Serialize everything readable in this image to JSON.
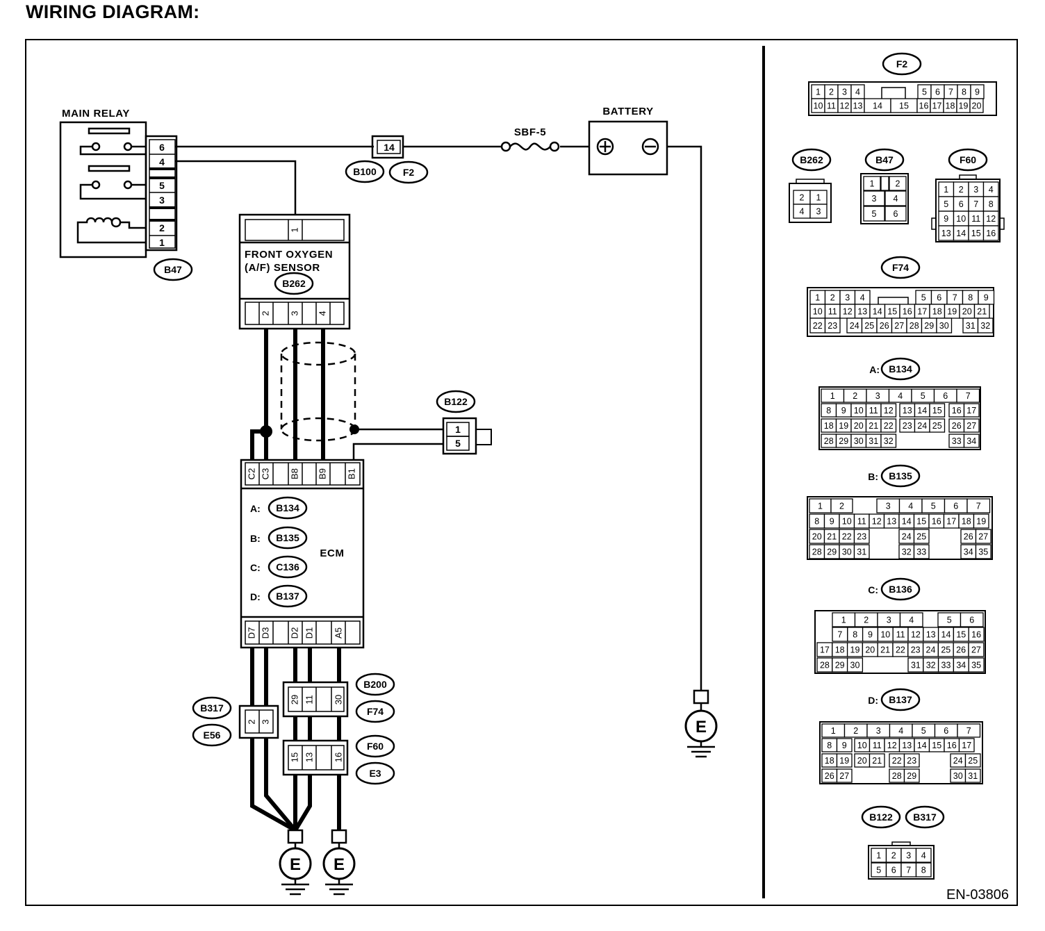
{
  "title": "WIRING DIAGRAM:",
  "labels": {
    "main_relay": "MAIN RELAY",
    "battery": "BATTERY",
    "fuse": "SBF-5",
    "sensor_line1": "FRONT OXYGEN",
    "sensor_line2": "(A/F) SENSOR",
    "ecm": "ECM",
    "ground": "E",
    "figure_id": "EN-03806"
  },
  "main_relay": {
    "pins": [
      "6",
      "4",
      "5",
      "3",
      "2",
      "1"
    ],
    "connector": "B47"
  },
  "joint_connector": {
    "pin": "14",
    "tags": [
      "B100",
      "F2"
    ]
  },
  "sensor": {
    "top_pin": "1",
    "bottom_pins": [
      "2",
      "3",
      "4"
    ],
    "connector": "B262"
  },
  "b122": {
    "tag": "B122",
    "pins": [
      "1",
      "5"
    ]
  },
  "ecm": {
    "top_pins": [
      "C2",
      "C3",
      "B8",
      "B9",
      "B1"
    ],
    "bottom_pins": [
      "D7",
      "D3",
      "D2",
      "D1",
      "A5"
    ],
    "connectors": [
      {
        "prefix": "A:",
        "tag": "B134"
      },
      {
        "prefix": "B:",
        "tag": "B135"
      },
      {
        "prefix": "C:",
        "tag": "C136"
      },
      {
        "prefix": "D:",
        "tag": "B137"
      }
    ]
  },
  "b317": {
    "tags": [
      "B317",
      "E56"
    ],
    "pins": [
      "2",
      "3"
    ]
  },
  "b200": {
    "tags": [
      "B200",
      "F74"
    ],
    "pins": [
      "29",
      "11",
      "30"
    ]
  },
  "f60": {
    "tags": [
      "F60",
      "E3"
    ],
    "pins": [
      "15",
      "13",
      "16"
    ]
  },
  "legend": {
    "f2": {
      "tag": "F2",
      "row1": [
        "1",
        "2",
        "3",
        "4",
        "5",
        "6",
        "7",
        "8",
        "9"
      ],
      "row2": [
        "10",
        "11",
        "12",
        "13",
        "14",
        "15",
        "16",
        "17",
        "18",
        "19",
        "20"
      ]
    },
    "b262": {
      "tag": "B262",
      "cells": [
        "2",
        "1",
        "4",
        "3"
      ]
    },
    "b47": {
      "tag": "B47",
      "cells": [
        "1",
        "2",
        "3",
        "4",
        "5",
        "6"
      ]
    },
    "f60": {
      "tag": "F60",
      "cells": [
        "1",
        "2",
        "3",
        "4",
        "5",
        "6",
        "7",
        "8",
        "9",
        "10",
        "11",
        "12",
        "13",
        "14",
        "15",
        "16"
      ]
    },
    "f74": {
      "tag": "F74",
      "row1": [
        "1",
        "2",
        "3",
        "4",
        "5",
        "6",
        "7",
        "8",
        "9"
      ],
      "row2": [
        "10",
        "11",
        "12",
        "13",
        "14",
        "15",
        "16",
        "17",
        "18",
        "19",
        "20",
        "21"
      ],
      "row3": [
        "22",
        "23",
        "24",
        "25",
        "26",
        "27",
        "28",
        "29",
        "30",
        "31",
        "32"
      ]
    },
    "a": {
      "prefix": "A:",
      "tag": "B134",
      "row1": [
        "1",
        "2",
        "3",
        "4",
        "5",
        "6",
        "7"
      ],
      "row2": [
        "8",
        "9",
        "10",
        "11",
        "12",
        "13",
        "14",
        "15",
        "16",
        "17"
      ],
      "row3": [
        "18",
        "19",
        "20",
        "21",
        "22",
        "23",
        "24",
        "25",
        "26",
        "27"
      ],
      "row4": [
        "28",
        "29",
        "30",
        "31",
        "32",
        "33",
        "34"
      ]
    },
    "b": {
      "prefix": "B:",
      "tag": "B135",
      "row1": [
        "1",
        "2",
        "3",
        "4",
        "5",
        "6",
        "7"
      ],
      "row2": [
        "8",
        "9",
        "10",
        "11",
        "12",
        "13",
        "14",
        "15",
        "16",
        "17",
        "18",
        "19"
      ],
      "row3": [
        "20",
        "21",
        "22",
        "23",
        "24",
        "25",
        "26",
        "27"
      ],
      "row4": [
        "28",
        "29",
        "30",
        "31",
        "32",
        "33",
        "34",
        "35"
      ]
    },
    "c": {
      "prefix": "C:",
      "tag": "B136",
      "row1": [
        "1",
        "2",
        "3",
        "4",
        "5",
        "6"
      ],
      "row2": [
        "7",
        "8",
        "9",
        "10",
        "11",
        "12",
        "13",
        "14",
        "15",
        "16"
      ],
      "row3": [
        "17",
        "18",
        "19",
        "20",
        "21",
        "22",
        "23",
        "24",
        "25",
        "26",
        "27"
      ],
      "row4": [
        "28",
        "29",
        "30",
        "31",
        "32",
        "33",
        "34",
        "35"
      ]
    },
    "d": {
      "prefix": "D:",
      "tag": "B137",
      "row1": [
        "1",
        "2",
        "3",
        "4",
        "5",
        "6",
        "7"
      ],
      "row2": [
        "8",
        "9",
        "10",
        "11",
        "12",
        "13",
        "14",
        "15",
        "16",
        "17"
      ],
      "row3": [
        "18",
        "19",
        "20",
        "21",
        "22",
        "23",
        "24",
        "25"
      ],
      "row4": [
        "26",
        "27",
        "28",
        "29",
        "30",
        "31"
      ]
    },
    "b122_b317": {
      "tags": [
        "B122",
        "B317"
      ],
      "cells": [
        "1",
        "2",
        "3",
        "4",
        "5",
        "6",
        "7",
        "8"
      ]
    }
  }
}
